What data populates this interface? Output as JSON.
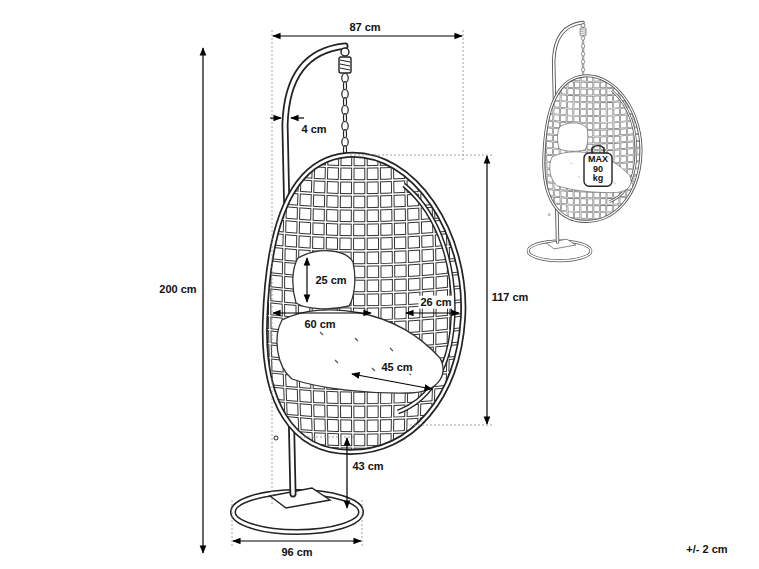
{
  "diagram": {
    "nodes": [
      {
        "text": [
          "MAX 90 kg"
        ]
      }
    ],
    "labels": [
      "87 cm",
      "4 cm",
      "200 cm",
      "25 cm",
      "60 cm",
      "26 cm",
      "117 cm",
      "45 cm",
      "43 cm",
      "96 cm",
      "+/- 2 cm"
    ]
  }
}
